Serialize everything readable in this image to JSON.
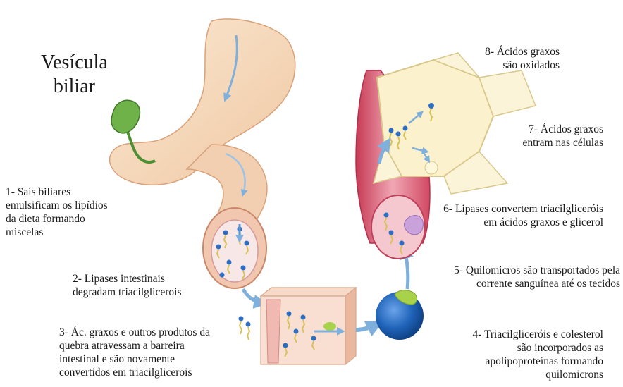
{
  "title": "Vesícula\nbiliar",
  "steps": {
    "s1": "1- Sais biliares\nemulsificam os lipídios\nda dieta formando\nmiscelas",
    "s2": "2- Lipases intestinais\ndegradam triacilglicerois",
    "s3": "3- Ác. graxos e outros produtos da\nquebra atravessam a barreira\nintestinal e são novamente\nconvertidos em triacilglicerois",
    "s4": "4- Triacilgliceróis e colesterol\nsão incorporados as\napolipoproteínas formando\nquilomicrons",
    "s5": "5- Quilomicros são transportados pela\ncorrente sanguínea até os tecidos",
    "s6": "6- Lipases convertem triacilgliceróis\nem ácidos graxos e glicerol",
    "s7": "7- Ácidos graxos\nentram nas células",
    "s8": "8- Ácidos graxos\nsão oxidados"
  },
  "colors": {
    "stomach": "#f6dcbf",
    "intestine_wall": "#f1cfb0",
    "intestine_lumen": "#f8e7e7",
    "gallbladder": "#6fb24a",
    "vessel": "#d9536a",
    "vessel_light": "#f2b9c2",
    "tissue_cell": "#fbf1cc",
    "arrow": "#7fb0dc",
    "chylomicron": "#1f63b8",
    "apoprotein": "#a8d24a",
    "fatty_acid": "#d8c25a",
    "head": "#2d6ec2"
  }
}
